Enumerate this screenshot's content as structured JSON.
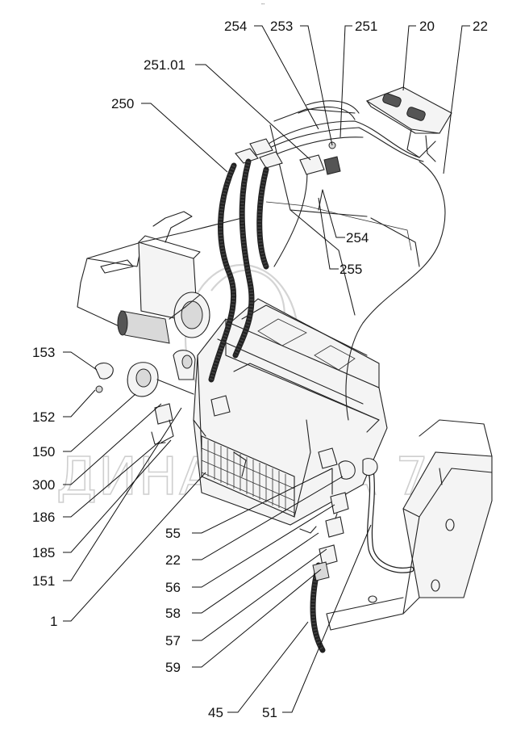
{
  "top_mark": "\"\"",
  "callouts": {
    "c254_top": "254",
    "c253": "253",
    "c251": "251",
    "c20": "20",
    "c22_top": "22",
    "c251_01": "251.01",
    "c250": "250",
    "c254_mid": "254",
    "c255": "255",
    "c153": "153",
    "c152": "152",
    "c150": "150",
    "c300": "300",
    "c186": "186",
    "c185": "185",
    "c151": "151",
    "c1": "1",
    "c55": "55",
    "c22_low": "22",
    "c56": "56",
    "c58": "58",
    "c57": "57",
    "c59": "59",
    "c45": "45",
    "c51": "51"
  },
  "watermark": {
    "text": "ДИНАМИКА 76"
  }
}
